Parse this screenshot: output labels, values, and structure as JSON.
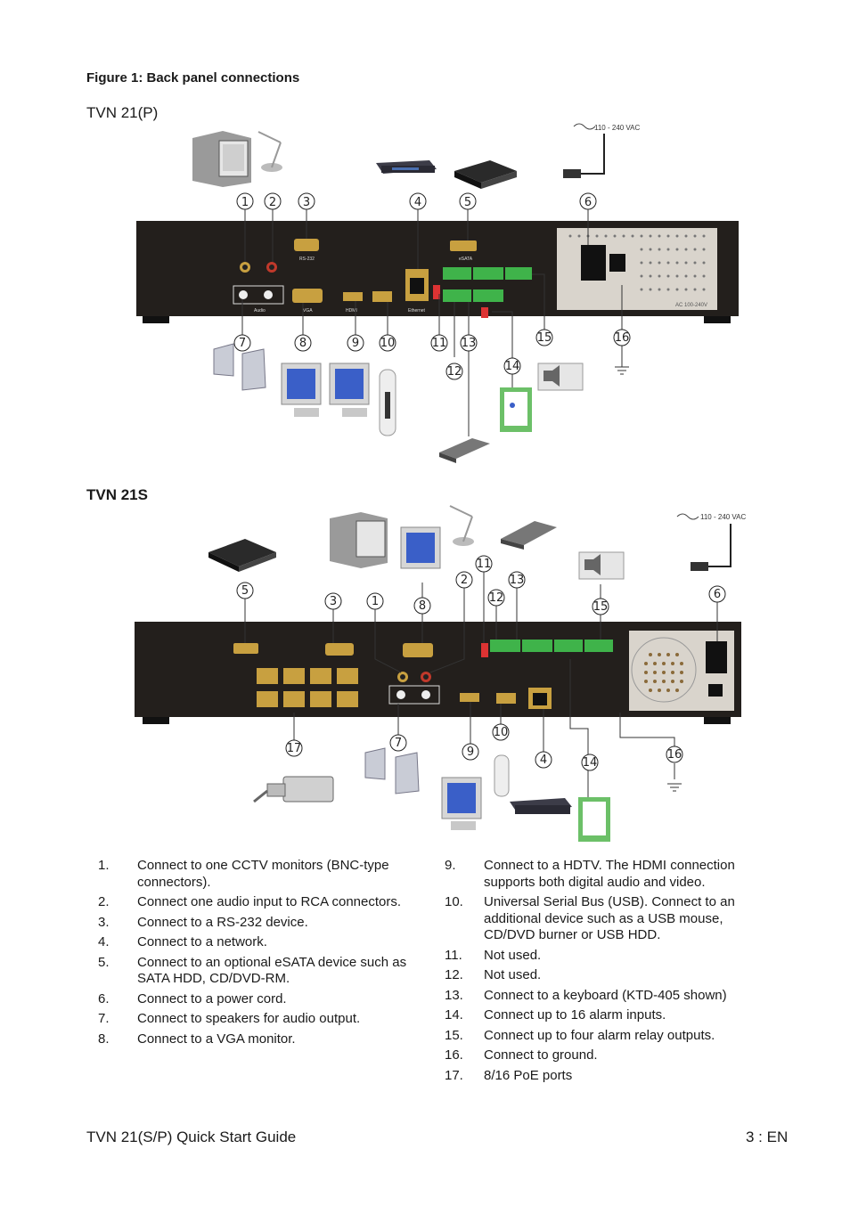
{
  "figure": {
    "caption": "Figure 1: Back panel connections",
    "models": [
      "TVN 21(P)",
      "TVN 21S"
    ],
    "voltage_label": "110 - 240 VAC",
    "panel_labels": {
      "esata": "eSATA",
      "rs232": "RS-232",
      "vga": "VGA",
      "hdmi": "HDMI",
      "ethernet": "Ethernet",
      "audio": "Audio",
      "ac": "AC 100-240V"
    },
    "callouts_a": [
      "1",
      "2",
      "3",
      "4",
      "5",
      "6",
      "7",
      "8",
      "9",
      "10",
      "11",
      "12",
      "13",
      "14",
      "15",
      "16"
    ],
    "callouts_b": [
      "1",
      "2",
      "3",
      "4",
      "5",
      "6",
      "7",
      "8",
      "9",
      "10",
      "11",
      "12",
      "13",
      "14",
      "15",
      "16",
      "17"
    ]
  },
  "list_left": [
    {
      "n": "1.",
      "text": "Connect to one CCTV monitors (BNC-type connectors)."
    },
    {
      "n": "2.",
      "text": "Connect one audio input to RCA connectors."
    },
    {
      "n": "3.",
      "text": "Connect to a RS-232 device."
    },
    {
      "n": "4.",
      "text": "Connect to a network."
    },
    {
      "n": "5.",
      "text": "Connect to an optional eSATA device such as SATA HDD, CD/DVD-RM."
    },
    {
      "n": "6.",
      "text": "Connect to a power cord."
    },
    {
      "n": "7.",
      "text": "Connect to speakers for audio output."
    },
    {
      "n": "8.",
      "text": "Connect to a VGA monitor."
    }
  ],
  "list_right": [
    {
      "n": "9.",
      "text": "Connect to a HDTV. The HDMI connection supports both digital audio and video."
    },
    {
      "n": "10.",
      "text": "Universal Serial Bus (USB). Connect to an additional device such as a USB mouse, CD/DVD burner or USB HDD."
    },
    {
      "n": "11.",
      "text": "Not used."
    },
    {
      "n": "12.",
      "text": "Not used."
    },
    {
      "n": "13.",
      "text": "Connect to a keyboard (KTD-405 shown)"
    },
    {
      "n": "14.",
      "text": "Connect up to 16 alarm inputs."
    },
    {
      "n": "15.",
      "text": "Connect up to four alarm relay outputs."
    },
    {
      "n": "16.",
      "text": "Connect to ground."
    },
    {
      "n": "17.",
      "text": "8/16 PoE ports"
    }
  ],
  "footer": {
    "title": "TVN 21(S/P) Quick Start Guide",
    "page": "3 : EN"
  },
  "colors": {
    "panel": "#231f1c",
    "terminal_green": "#3fb34a",
    "alarm_green": "#5cc060",
    "connector_gold": "#c8a040"
  }
}
